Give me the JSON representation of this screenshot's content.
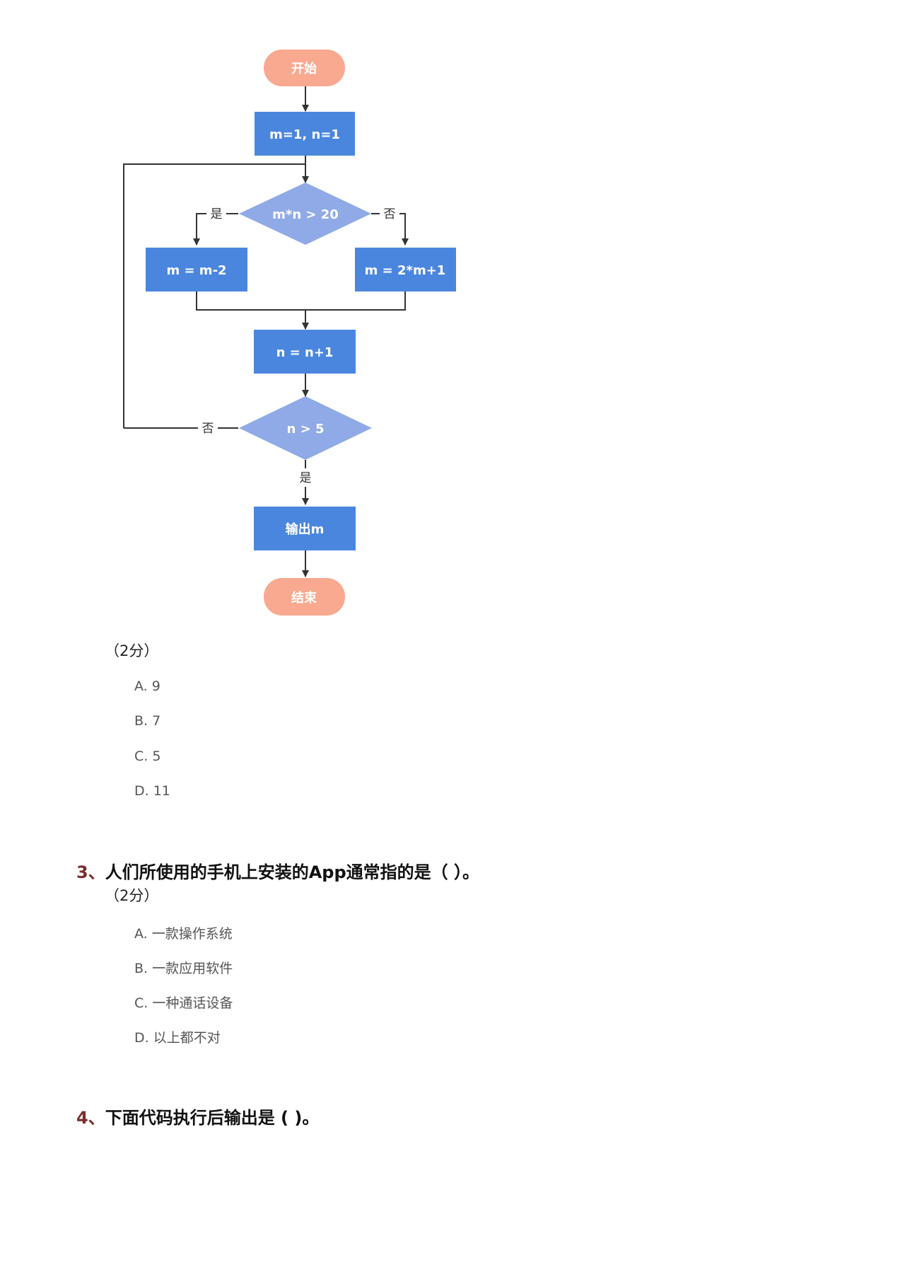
{
  "flowchart": {
    "start": "开始",
    "init": "m=1, n=1",
    "cond1": "m*n > 20",
    "cond1_yes": "是",
    "cond1_no": "否",
    "branch_yes": "m = m-2",
    "branch_no": "m = 2*m+1",
    "incr": "n = n+1",
    "cond2": "n > 5",
    "cond2_no": "否",
    "cond2_yes": "是",
    "output": "输出m",
    "end": "结束",
    "colors": {
      "terminal": "#f8a98f",
      "process": "#4a86de",
      "decision": "#8faae6",
      "line": "#333333"
    }
  },
  "q2": {
    "score": "（2分）",
    "options": [
      "A. 9",
      "B. 7",
      "C. 5",
      "D. 11"
    ]
  },
  "q3": {
    "number": "3、",
    "title": "人们所使用的手机上安装的App通常指的是（ ）。",
    "score": "（2分）",
    "options": [
      "A. 一款操作系统",
      "B. 一款应用软件",
      "C. 一种通话设备",
      "D. 以上都不对"
    ]
  },
  "q4": {
    "number": "4、",
    "title": "下面代码执行后输出是 ( )。"
  }
}
